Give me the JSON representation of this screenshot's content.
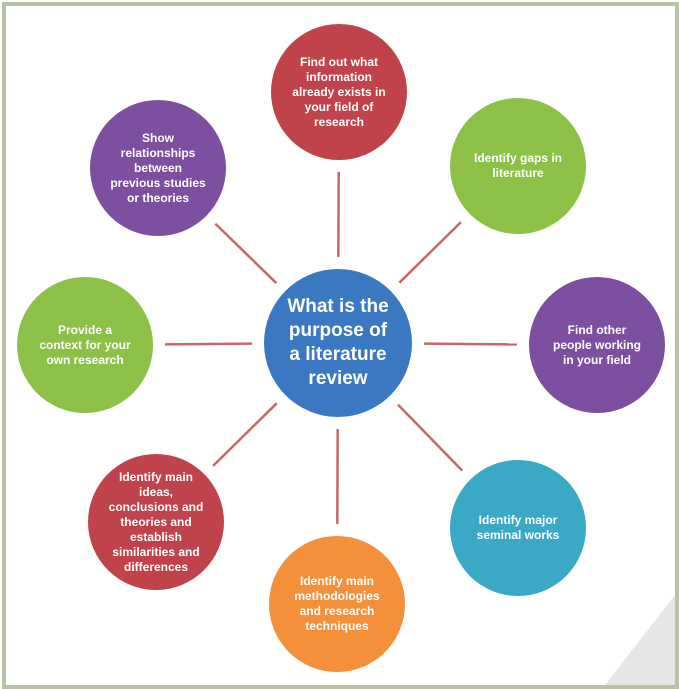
{
  "center": {
    "text": "What is the purpose of a literature review",
    "color": "#3a78c1"
  },
  "nodes": [
    {
      "id": "find-existing-info",
      "text": "Find out what information already exists in your field of research",
      "color": "#c0424a"
    },
    {
      "id": "identify-gaps",
      "text": "Identify gaps in literature",
      "color": "#8dc046"
    },
    {
      "id": "find-other-people",
      "text": "Find other people working in your field",
      "color": "#7c4fa1"
    },
    {
      "id": "identify-seminal-works",
      "text": "Identify major seminal works",
      "color": "#39a9c6"
    },
    {
      "id": "identify-methodologies",
      "text": "Identify main methodologies and research techniques",
      "color": "#f48f3a"
    },
    {
      "id": "identify-main-ideas",
      "text": "Identify main ideas, conclusions and theories and establish similarities and differences",
      "color": "#c0424a"
    },
    {
      "id": "provide-context",
      "text": "Provide a context for your own research",
      "color": "#8dc046"
    },
    {
      "id": "show-relationships",
      "text": "Show relationships between previous studies or theories",
      "color": "#7c4fa1"
    }
  ],
  "connector_color": "#c66868",
  "frame_color": "#b7c4a4"
}
